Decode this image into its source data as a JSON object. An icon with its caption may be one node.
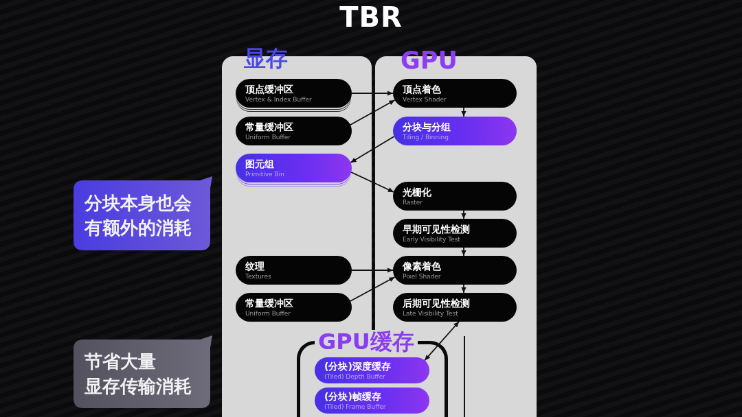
{
  "diagram": {
    "title": "TBR",
    "nodes": [
      {
        "text": [
          "显存"
        ]
      },
      {
        "text": [
          "顶点缓冲区",
          "Vertex & Index Buffer"
        ],
        "in": 0
      },
      {
        "text": [
          "常量缓冲区",
          "Uniform Buffer"
        ],
        "in": 0
      },
      {
        "text": [
          "图元组",
          "Primitive Bin"
        ],
        "in": 0
      },
      {
        "text": [
          "纹理",
          "Textures"
        ],
        "in": 0
      },
      {
        "text": [
          "常量缓冲区",
          "Uniform Buffer"
        ],
        "in": 0
      },
      {
        "text": [
          "GPU"
        ]
      },
      {
        "text": [
          "顶点着色",
          "Vertex Shader"
        ],
        "in": 6
      },
      {
        "text": [
          "分块与分组",
          "Tiling / Binning"
        ],
        "in": 6
      },
      {
        "text": [
          "光栅化",
          "Raster"
        ],
        "in": 6
      },
      {
        "text": [
          "早期可见性检测",
          "Early Visibility Test"
        ],
        "in": 6
      },
      {
        "text": [
          "像素着色",
          "Pixel Shader"
        ],
        "in": 6
      },
      {
        "text": [
          "后期可见性检测",
          "Late Visibility Test"
        ],
        "in": 6
      },
      {
        "text": [
          "GPU缓存"
        ]
      },
      {
        "text": [
          "(分块)深度缓存",
          "(Tiled) Depth Buffer"
        ],
        "in": 13
      },
      {
        "text": [
          "(分块)帧缓存",
          "(Tiled) Frame Buffer"
        ],
        "in": 13
      },
      {
        "text": [
          "分块本身也会有额外的消耗"
        ]
      },
      {
        "text": [
          "节省大量显存传输消耗"
        ]
      }
    ],
    "edges": [
      {
        "from": 1,
        "to": 7,
        "arrow": "to"
      },
      {
        "from": 2,
        "to": 7,
        "arrow": "to"
      },
      {
        "from": 7,
        "to": 8,
        "arrow": "to"
      },
      {
        "from": 8,
        "to": 3,
        "arrow": "to"
      },
      {
        "from": 3,
        "to": 9,
        "arrow": "to"
      },
      {
        "from": 9,
        "to": 10,
        "arrow": "to"
      },
      {
        "from": 10,
        "to": 11,
        "arrow": "to"
      },
      {
        "from": 11,
        "to": 12,
        "arrow": "to"
      },
      {
        "from": 4,
        "to": 11,
        "arrow": "to"
      },
      {
        "from": 5,
        "to": 11,
        "arrow": "to"
      },
      {
        "from": 12,
        "to": 14,
        "arrow": "both"
      }
    ]
  }
}
